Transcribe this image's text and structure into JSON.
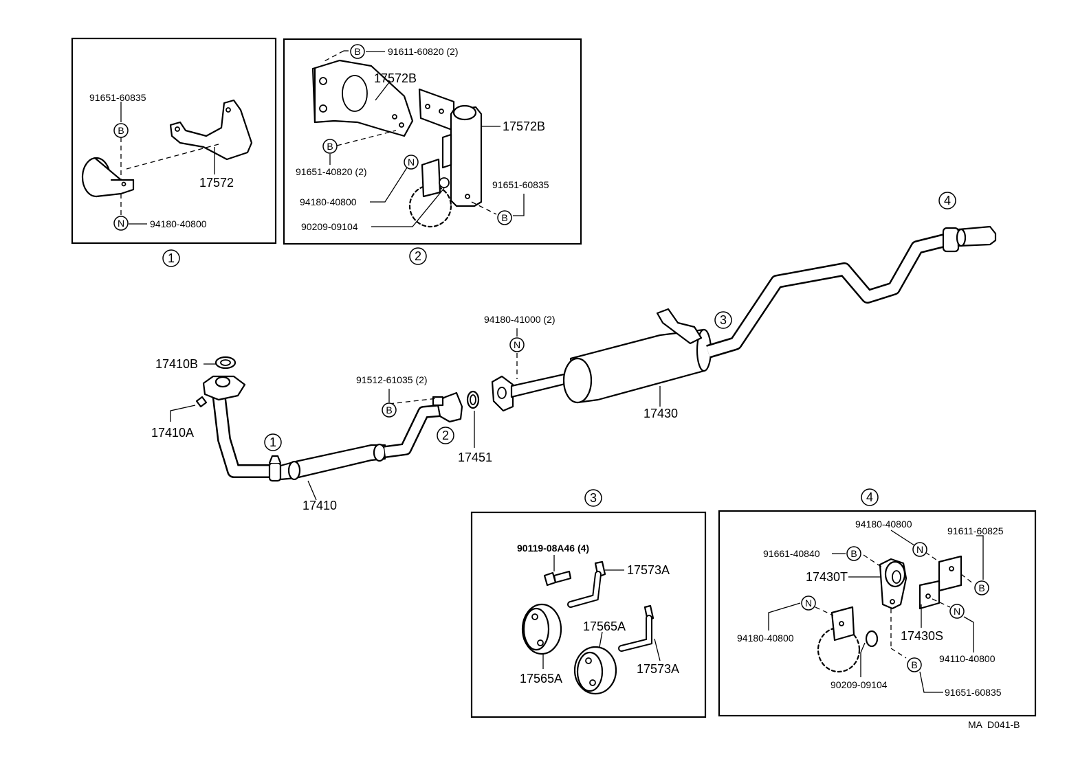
{
  "drawing_code": "MA  D041-B",
  "views": {
    "v1": "1",
    "v2": "2",
    "v3": "3",
    "v4": "4"
  },
  "fastener_codes": {
    "bolt": "B",
    "nut": "N"
  },
  "detail1": {
    "bolt_pn": "91651-60835",
    "nut_pn": "94180-40800",
    "bracket": "17572"
  },
  "detail2": {
    "bolt_top_pn": "91611-60820 (2)",
    "bracket_a": "17572B",
    "bracket_b": "17572B",
    "bolt_left_pn": "91651-40820 (2)",
    "bolt_right_pn": "91651-60835",
    "nut_pn": "94180-40800",
    "washer_pn": "90209-09104"
  },
  "main": {
    "gasket_top": "17410B",
    "nut_left": "17410A",
    "front_pipe": "17410",
    "bolt_pn": "91512-61035 (2)",
    "gasket": "17451",
    "nut_pn": "94180-41000 (2)",
    "tail_pipe": "17430"
  },
  "detail3": {
    "bolt_pn": "90119-08A46 (4)",
    "hanger_upper": "17573A",
    "hanger_lower": "17573A",
    "insulator_upper": "17565A",
    "insulator_lower": "17565A"
  },
  "detail4": {
    "nut_top_pn": "94180-40800",
    "bolt_top_pn": "91611-60825",
    "bolt_left_pn": "91661-40840",
    "support": "17430T",
    "bracket": "17430S",
    "nut_left_pn": "94180-40800",
    "nut_right_pn": "94110-40800",
    "washer_pn": "90209-09104",
    "bolt_bottom_pn": "91651-60835"
  }
}
